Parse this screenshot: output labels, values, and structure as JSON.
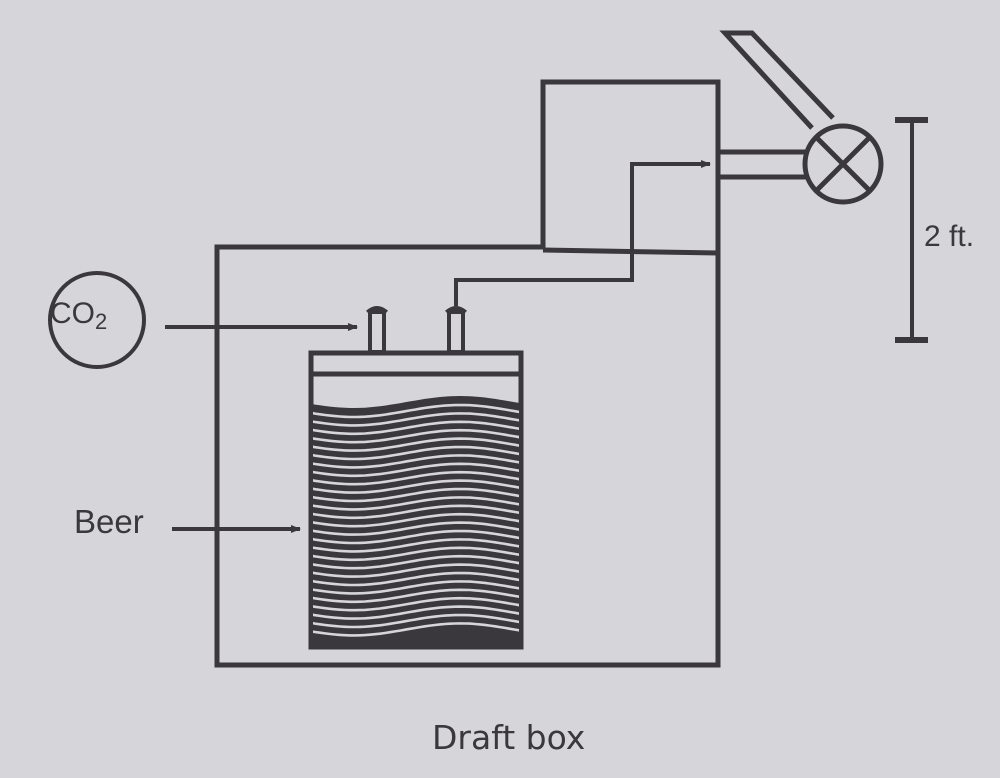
{
  "diagram": {
    "type": "schematic",
    "subject": "Draft beer system",
    "caption": "Draft box",
    "labels": {
      "gas_source": "CO",
      "gas_source_subscript": "2",
      "keg_contents": "Beer",
      "height_dimension": "2 ft."
    },
    "components": [
      {
        "id": "co2-tank",
        "label": "CO2"
      },
      {
        "id": "draft-box",
        "label": "Draft box"
      },
      {
        "id": "keg",
        "label": "Beer"
      },
      {
        "id": "beer-line"
      },
      {
        "id": "tower"
      },
      {
        "id": "faucet"
      },
      {
        "id": "tap-handle"
      },
      {
        "id": "height-dimension",
        "label": "2 ft."
      }
    ],
    "connections": [
      {
        "from": "co2-tank",
        "to": "keg",
        "kind": "gas line"
      },
      {
        "from": "keg",
        "to": "faucet",
        "kind": "beer line"
      }
    ],
    "colors": {
      "ink": "#3a383c",
      "paper": "#d6d5d9"
    }
  }
}
